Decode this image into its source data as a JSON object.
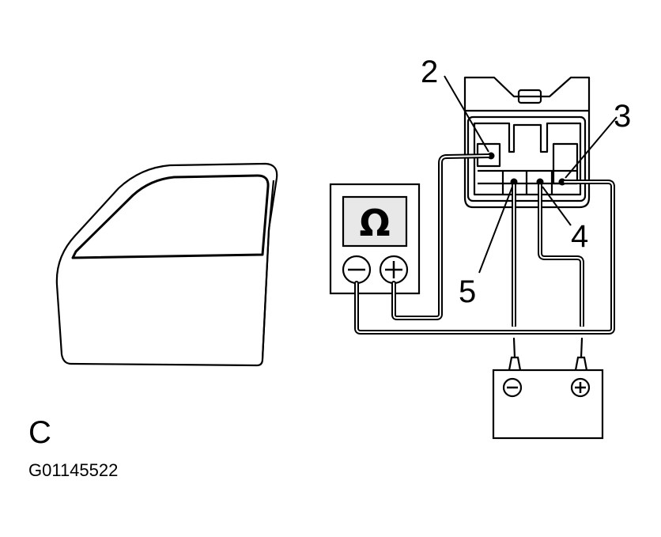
{
  "labels": {
    "pin_2": "2",
    "pin_3": "3",
    "pin_4": "4",
    "pin_5": "5",
    "view_letter": "C",
    "figure_code": "G01145522"
  },
  "ohmmeter": {
    "symbol": "Ω"
  }
}
